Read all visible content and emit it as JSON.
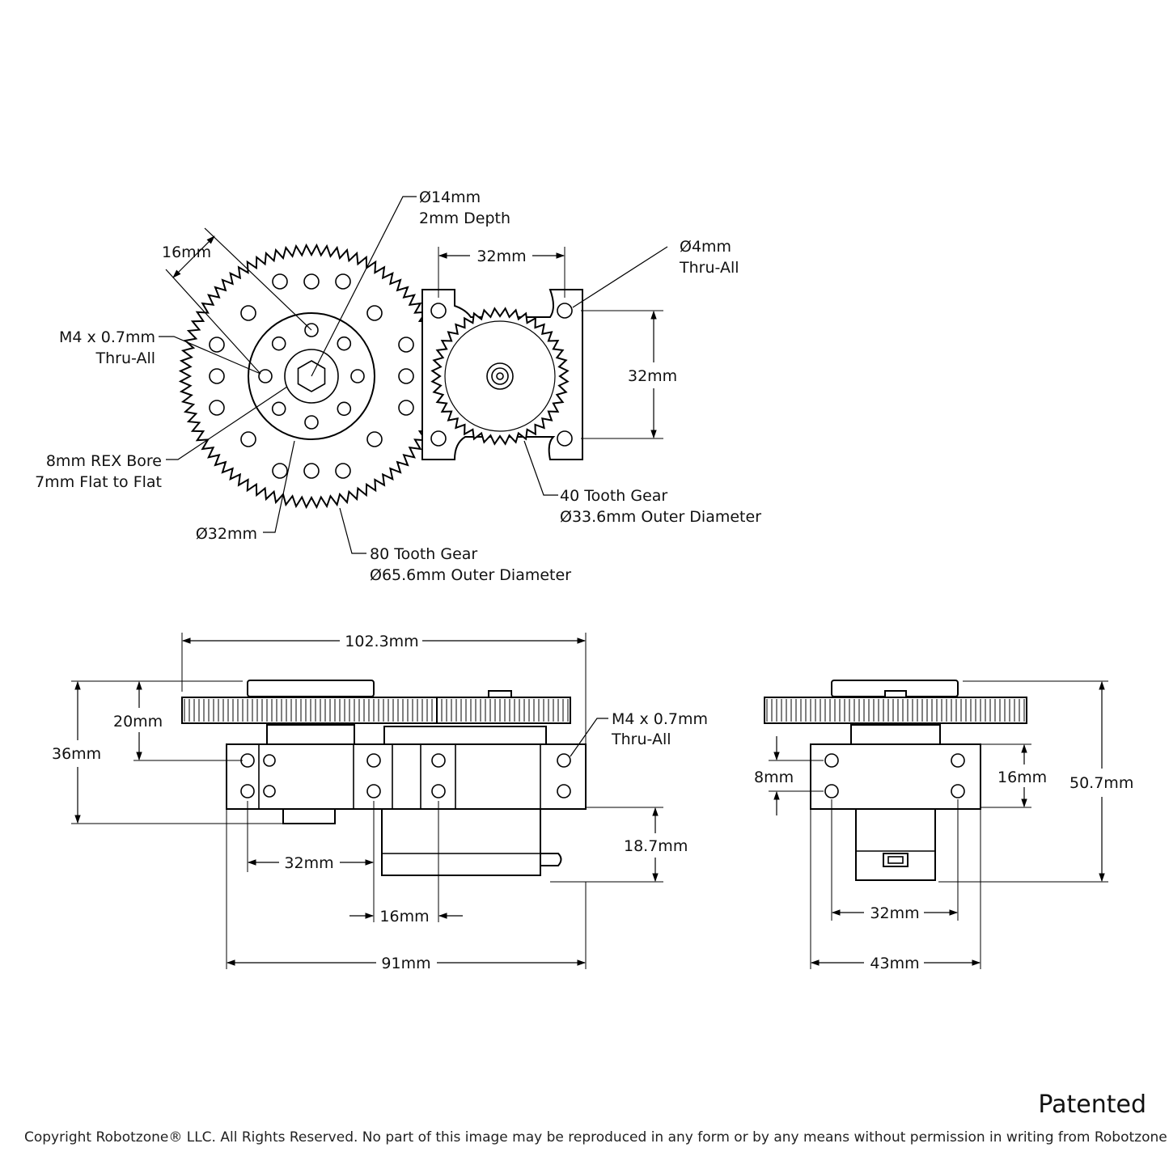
{
  "top_view": {
    "hub_bore_dia": "Ø14mm",
    "hub_bore_depth": "2mm Depth",
    "hub_pattern": "16mm",
    "hub_tap": "M4 x 0.7mm",
    "hub_tap_depth": "Thru-All",
    "rex_bore": "8mm REX Bore",
    "rex_flat": "7mm Flat to Flat",
    "hub_dia": "Ø32mm",
    "big_gear_name": "80 Tooth Gear",
    "big_gear_od": "Ø65.6mm Outer Diameter",
    "plate_spacing_h": "32mm",
    "plate_hole_dia": "Ø4mm",
    "plate_hole_depth": "Thru-All",
    "plate_spacing_v": "32mm",
    "small_gear_name": "40 Tooth Gear",
    "small_gear_od": "Ø33.6mm Outer Diameter"
  },
  "side_view": {
    "overall_length": "102.3mm",
    "gear_height": "20mm",
    "total_height": "36mm",
    "tap": "M4 x 0.7mm",
    "tap_depth": "Thru-All",
    "servo_depth": "18.7mm",
    "hole_spacing": "32mm",
    "hole_offset": "16mm",
    "plate_length": "91mm"
  },
  "end_view": {
    "hole_gap": "8mm",
    "hole_spacing_v": "16mm",
    "overall_height": "50.7mm",
    "hole_spacing_h": "32mm",
    "plate_width": "43mm"
  },
  "footer": {
    "patented": "Patented",
    "copyright": "Copyright Robotzone® LLC.  All Rights Reserved. No part of this image may be reproduced in any form or by any means without permission in writing from Robotzone® LLC."
  }
}
